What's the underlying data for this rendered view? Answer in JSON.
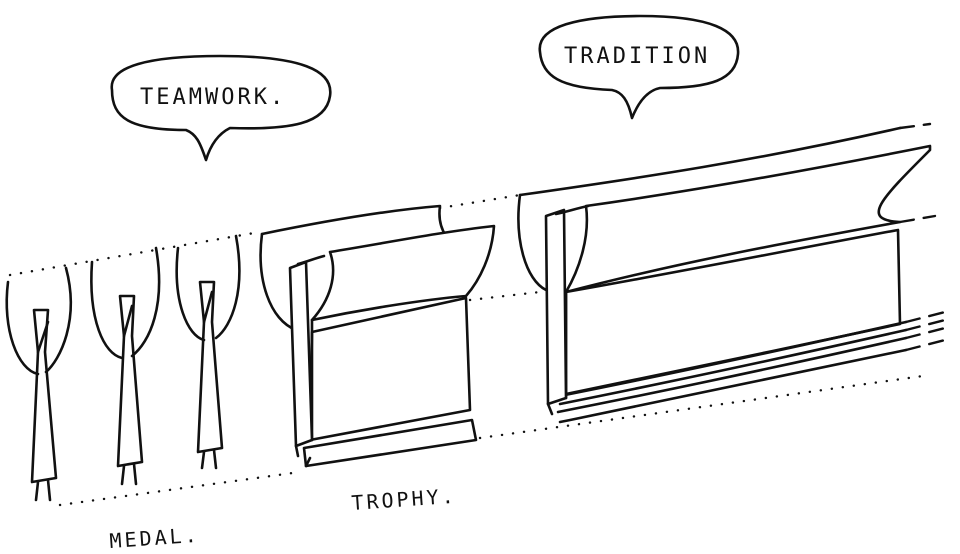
{
  "labels": {
    "teamwork": "TEAMWORK.",
    "tradition": "TRADITION",
    "trophy": "TROPHY.",
    "medal": "MEDAL."
  },
  "colors": {
    "ink": "#111111",
    "paper": "#ffffff"
  }
}
